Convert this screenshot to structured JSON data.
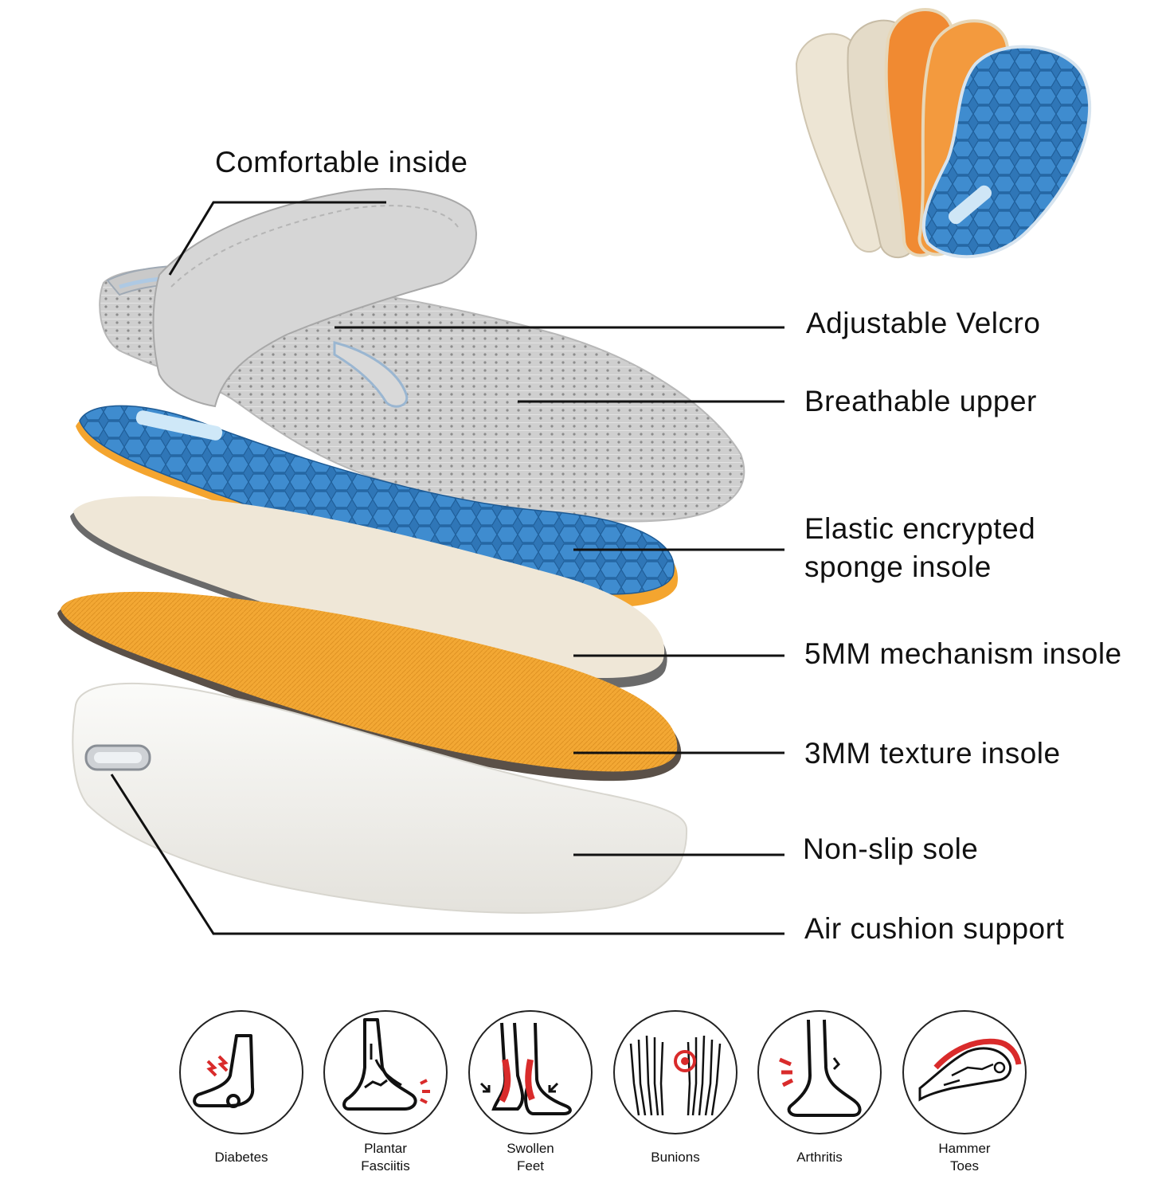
{
  "callouts": {
    "comfortable_inside": "Comfortable inside",
    "adjustable_velcro": "Adjustable Velcro",
    "breathable_upper": "Breathable upper",
    "elastic_sponge_line1": "Elastic encrypted",
    "elastic_sponge_line2": "sponge insole",
    "mechanism_insole": "5MM mechanism insole",
    "texture_insole": "3MM texture insole",
    "non_slip_sole": "Non-slip sole",
    "air_cushion": "Air cushion support"
  },
  "conditions": [
    {
      "label": "Diabetes",
      "icon": "diabetes-foot-icon"
    },
    {
      "label": "Plantar\nFasciitis",
      "icon": "plantar-fasciitis-icon"
    },
    {
      "label": "Swollen\nFeet",
      "icon": "swollen-feet-icon"
    },
    {
      "label": "Bunions",
      "icon": "bunions-icon"
    },
    {
      "label": "Arthritis",
      "icon": "arthritis-icon"
    },
    {
      "label": "Hammer\nToes",
      "icon": "hammer-toes-icon"
    }
  ],
  "colors": {
    "shoe_gray": "#d3d3d3",
    "insole_blue": "#2f76b7",
    "insole_orange": "#f1a72f",
    "beige": "#eee6d8",
    "sole_white": "#f4f3ef",
    "accent_red": "#d92b2b"
  }
}
